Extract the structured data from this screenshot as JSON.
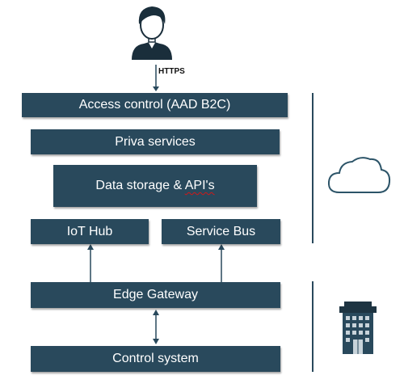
{
  "protocol_label": "HTTPS",
  "blocks": {
    "access_control": "Access control (AAD B2C)",
    "priva_services": "Priva services",
    "data_storage_prefix": "Data storage & ",
    "data_storage_api": "API's",
    "iot_hub": "IoT Hub",
    "service_bus": "Service Bus",
    "edge_gateway": "Edge Gateway",
    "control_system": "Control system"
  },
  "icons": {
    "user": "user-avatar-icon",
    "cloud": "cloud-icon",
    "building": "building-icon"
  },
  "colors": {
    "block_fill": "#29495c",
    "arrow": "#29495c",
    "divider": "#29495c"
  }
}
